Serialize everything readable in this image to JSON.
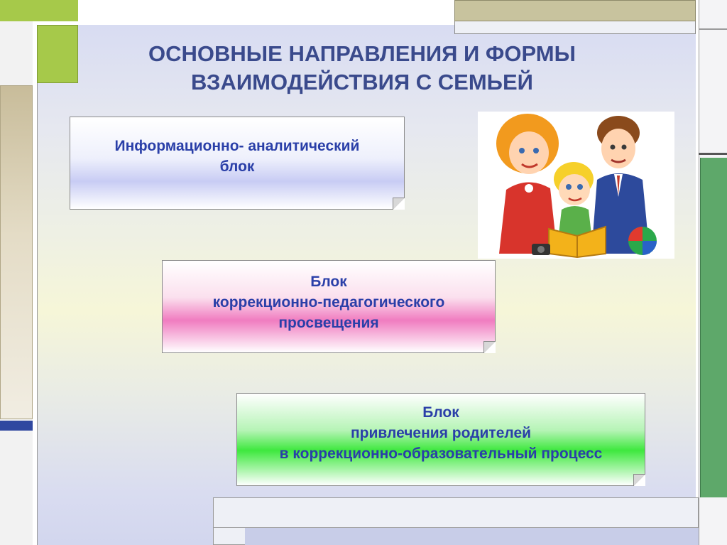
{
  "title": {
    "line1": "ОСНОВНЫЕ НАПРАВЛЕНИЯ И ФОРМЫ",
    "line2": "ВЗАИМОДЕЙСТВИЯ С СЕМЬЕЙ"
  },
  "blocks": [
    {
      "lines": [
        "Информационно- аналитический",
        "блок"
      ],
      "color": "#c8ccf4"
    },
    {
      "lines": [
        "Блок",
        "коррекционно-педагогического",
        "просвещения"
      ],
      "color": "#f07cc0"
    },
    {
      "lines": [
        "Блок",
        "привлечения родителей",
        "в коррекционно-образовательный процесс"
      ],
      "color": "#3ee83e"
    }
  ],
  "illustration": {
    "icon": "family-reading-illustration"
  },
  "colors": {
    "text": "#2a3fa8",
    "title": "#3a4a8c",
    "accent_green": "#a6c94a",
    "right_green": "#5ea86a",
    "blue_bar": "#3048a0"
  }
}
